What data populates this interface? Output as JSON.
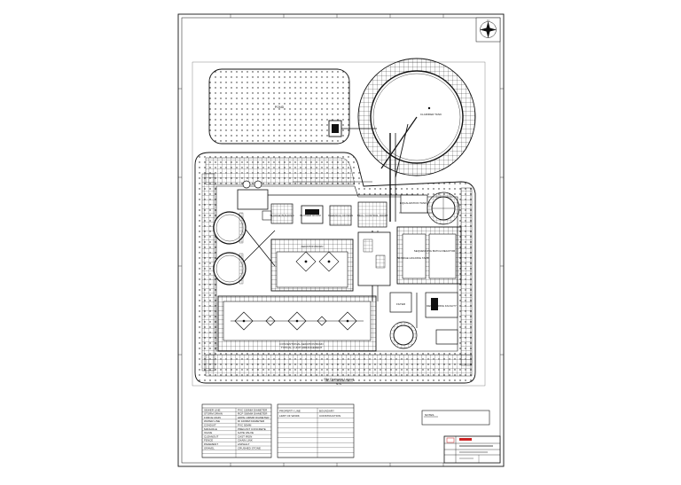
{
  "drawing": {
    "main_title": "Site Drainage Layout",
    "scale_note": "NTS",
    "north_arrow": "N",
    "top_left_pond_label": "POND",
    "big_tank_label": "CLARIFIER TANK",
    "building_labels": [
      "AERATION BASIN",
      "BLOWER ROOM",
      "SLUDGE BUILDING",
      "MCC / CONTROL ROOM",
      "SEQUENCING BATCH REACTOR",
      "SLUDGE HOLDING TANK",
      "CHEMICAL DOSING",
      "DEWATERING FACILITY",
      "EQUALIZATION TANK",
      "FILTER"
    ],
    "bottom_basin_label": "CONVENTIONAL AERATION BASIN",
    "bottom_basin_sub": "TYPICAL 4 UNIT ARRANGEMENT"
  },
  "legend_left": {
    "rows": [
      [
        "SEWER LINE",
        "PVC 150MM DIAMETER"
      ],
      [
        "STORM DRAIN",
        "RCP 300MM DIAMETER"
      ],
      [
        "FORCE MAIN",
        "HDPE 100MM DIAMETER"
      ],
      [
        "WATER LINE",
        "DI 100MM DIAMETER"
      ],
      [
        "CONDUIT",
        "PVC 50MM"
      ],
      [
        "MANHOLE",
        "PRECAST CONCRETE"
      ],
      [
        "VALVE",
        "GATE VALVE"
      ],
      [
        "CLEANOUT",
        "CAST IRON"
      ],
      [
        "FENCE",
        "CHAIN LINK"
      ],
      [
        "PAVEMENT",
        "ASPHALT"
      ],
      [
        "GRAVEL",
        "CRUSHED STONE"
      ],
      [
        "",
        ""
      ],
      [
        "",
        ""
      ]
    ]
  },
  "legend_mid": {
    "rows": [
      [
        "PROPERTY LINE",
        "BOUNDARY"
      ],
      [
        "LIMIT OF WORK",
        "CONSTRUCTION"
      ],
      [
        "",
        ""
      ],
      [
        "",
        ""
      ],
      [
        "",
        ""
      ],
      [
        "",
        ""
      ],
      [
        "",
        ""
      ],
      [
        "",
        ""
      ],
      [
        "",
        ""
      ],
      [
        "",
        ""
      ]
    ]
  },
  "notes_box_label": "NOTES",
  "title_block": {
    "company": "",
    "project": "",
    "sheet_title": "",
    "drawing_no": ""
  },
  "colors": {
    "line": "#111111",
    "accent_red": "#cc2222"
  }
}
